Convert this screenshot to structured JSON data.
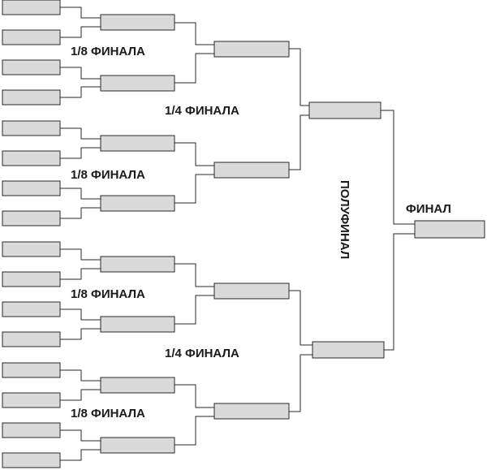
{
  "labels": {
    "round_of_16": "1/8 ФИНАЛА",
    "quarterfinal": "1/4 ФИНАЛА",
    "semifinal": "ПОЛУФИНАЛ",
    "final": "ФИНАЛ"
  },
  "rounds": {
    "round_of_32_slots": 16,
    "round_of_16_slots": 8,
    "quarterfinal_slots": 4,
    "semifinal_slots": 2,
    "final_slots": 1
  }
}
